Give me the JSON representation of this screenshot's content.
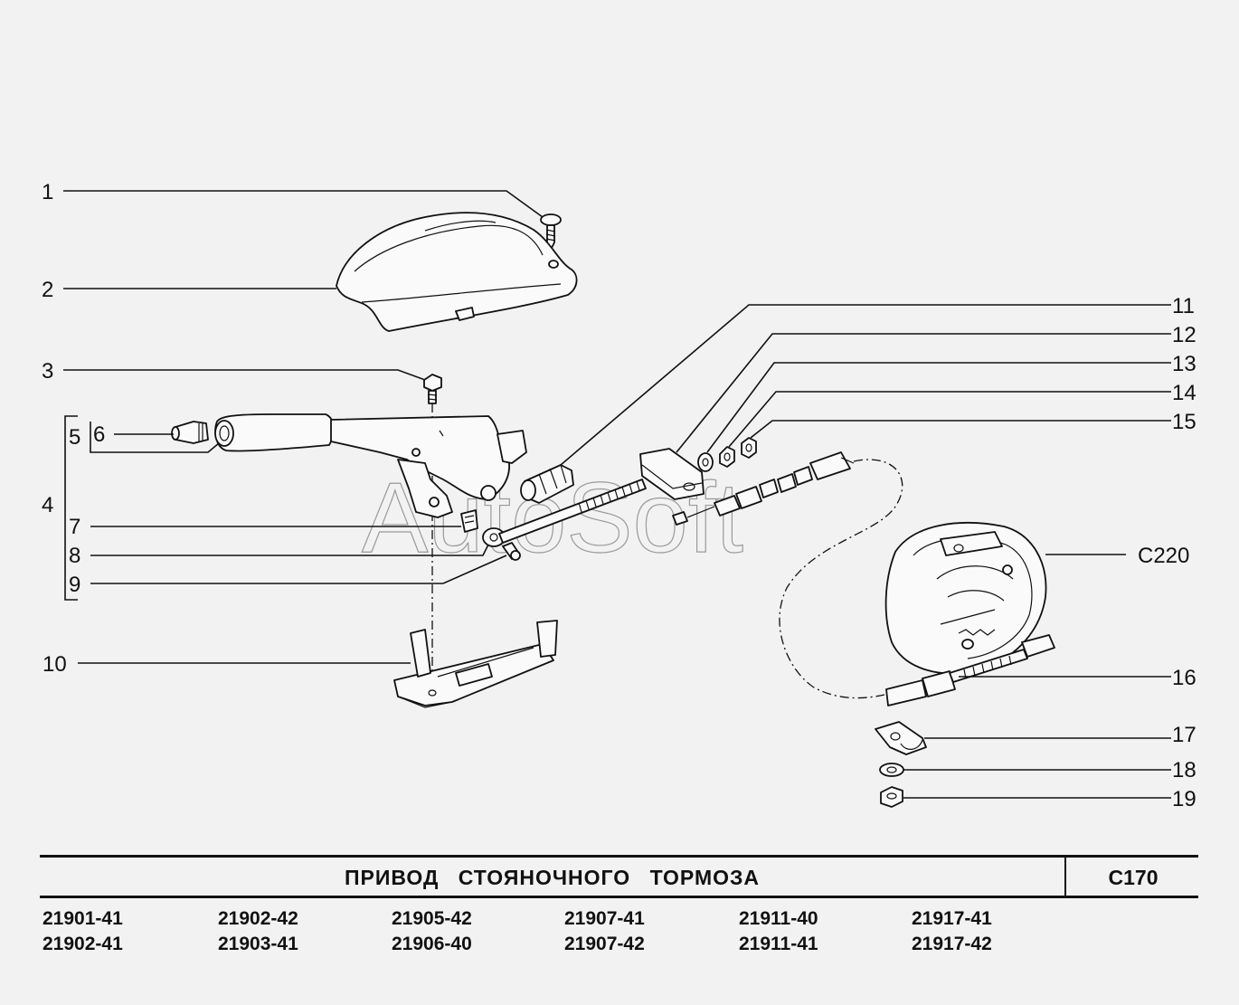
{
  "watermark": "AutoSoft",
  "callouts": {
    "c1": "1",
    "c2": "2",
    "c3": "3",
    "c4": "4",
    "c5": "5",
    "c6": "6",
    "c7": "7",
    "c8": "8",
    "c9": "9",
    "c10": "10",
    "c11": "11",
    "c12": "12",
    "c13": "13",
    "c14": "14",
    "c15": "15",
    "c16": "16",
    "c17": "17",
    "c18": "18",
    "c19": "19",
    "ref": "C220"
  },
  "title_block": {
    "title": "ПРИВОД   СТОЯНОЧНОГО   ТОРМОЗА",
    "code": "C170"
  },
  "models": [
    [
      "21901-41",
      "21902-41"
    ],
    [
      "21902-42",
      "21903-41"
    ],
    [
      "21905-42",
      "21906-40"
    ],
    [
      "21907-41",
      "21907-42"
    ],
    [
      "21911-40",
      "21911-41"
    ],
    [
      "21917-41",
      "21917-42"
    ]
  ]
}
